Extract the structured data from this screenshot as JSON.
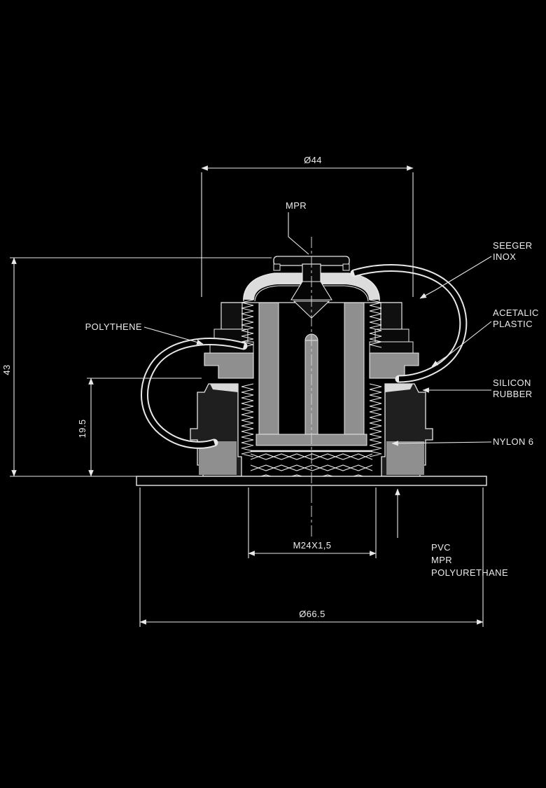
{
  "meta": {
    "background": "#000000",
    "line_color": "#e8e8e8",
    "section_gray": "#8f8f8f",
    "highlight_gray": "#dcdcdc"
  },
  "dimensions": {
    "top_diameter": "Ø44",
    "overall_height": "43",
    "partial_height": "19.5",
    "thread_spec": "M24X1,5",
    "base_diameter": "Ø66.5"
  },
  "labels": {
    "mpr": "MPR",
    "polythene": "POLYTHENE",
    "seeger_inox": {
      "line1": "SEEGER",
      "line2": "INOX"
    },
    "acetalic_plastic": {
      "line1": "ACETALIC",
      "line2": "PLASTIC"
    },
    "silicon_rubber": {
      "line1": "SILICON",
      "line2": "RUBBER"
    },
    "nylon": "NYLON 6",
    "pvc_stack": {
      "line1": "PVC",
      "line2": "MPR",
      "line3": "POLYURETHANE"
    }
  }
}
